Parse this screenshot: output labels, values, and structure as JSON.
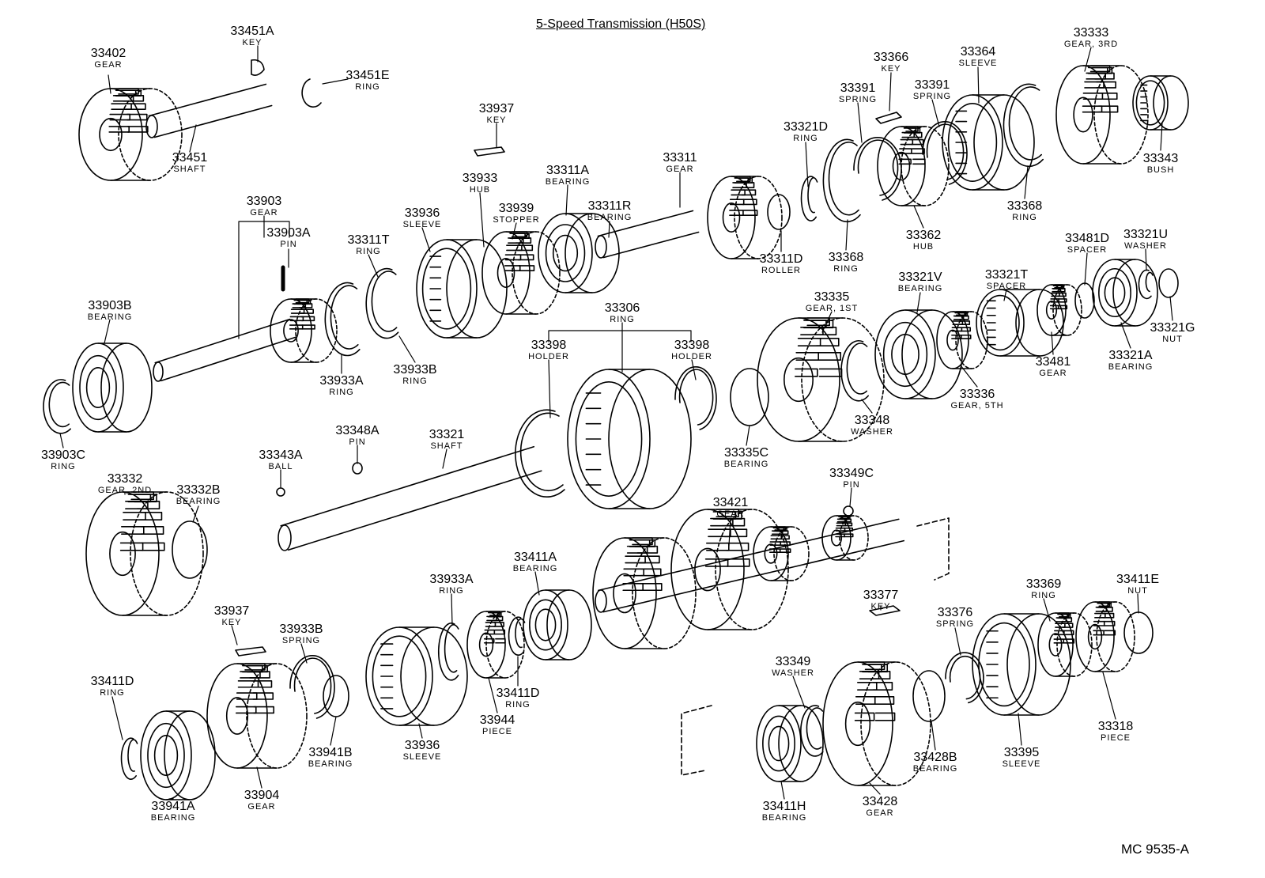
{
  "title": "5-Speed Transmission (H50S)",
  "figure_code": "MC 9535-A",
  "parts": [
    {
      "id": "33402",
      "desc": "GEAR"
    },
    {
      "id": "33451A",
      "desc": "KEY"
    },
    {
      "id": "33451E",
      "desc": "RING"
    },
    {
      "id": "33451",
      "desc": "SHAFT"
    },
    {
      "id": "33937",
      "desc": "KEY"
    },
    {
      "id": "33933",
      "desc": "HUB"
    },
    {
      "id": "33311A",
      "desc": "BEARING"
    },
    {
      "id": "33311",
      "desc": "GEAR"
    },
    {
      "id": "33321D",
      "desc": "RING"
    },
    {
      "id": "33391",
      "desc": "SPRING"
    },
    {
      "id": "33366",
      "desc": "KEY"
    },
    {
      "id": "33391",
      "desc": "SPRING"
    },
    {
      "id": "33364",
      "desc": "SLEEVE"
    },
    {
      "id": "33333",
      "desc": "GEAR, 3RD"
    },
    {
      "id": "33343",
      "desc": "BUSH"
    },
    {
      "id": "33903",
      "desc": "GEAR"
    },
    {
      "id": "33903A",
      "desc": "PIN"
    },
    {
      "id": "33936",
      "desc": "SLEEVE"
    },
    {
      "id": "33939",
      "desc": "STOPPER"
    },
    {
      "id": "33311R",
      "desc": "BEARING"
    },
    {
      "id": "33311T",
      "desc": "RING"
    },
    {
      "id": "33311D",
      "desc": "ROLLER"
    },
    {
      "id": "33368",
      "desc": "RING"
    },
    {
      "id": "33362",
      "desc": "HUB"
    },
    {
      "id": "33368",
      "desc": "RING"
    },
    {
      "id": "33903B",
      "desc": "BEARING"
    },
    {
      "id": "33933A",
      "desc": "RING"
    },
    {
      "id": "33933B",
      "desc": "RING"
    },
    {
      "id": "33306",
      "desc": "RING"
    },
    {
      "id": "33398",
      "desc": "HOLDER"
    },
    {
      "id": "33398",
      "desc": "HOLDER"
    },
    {
      "id": "33335",
      "desc": "GEAR, 1ST"
    },
    {
      "id": "33321V",
      "desc": "BEARING"
    },
    {
      "id": "33321T",
      "desc": "SPACER"
    },
    {
      "id": "33481D",
      "desc": "SPACER"
    },
    {
      "id": "33321U",
      "desc": "WASHER"
    },
    {
      "id": "33321G",
      "desc": "NUT"
    },
    {
      "id": "33321A",
      "desc": "BEARING"
    },
    {
      "id": "33481",
      "desc": "GEAR"
    },
    {
      "id": "33336",
      "desc": "GEAR, 5TH"
    },
    {
      "id": "33348",
      "desc": "WASHER"
    },
    {
      "id": "33335C",
      "desc": "BEARING"
    },
    {
      "id": "33903C",
      "desc": "RING"
    },
    {
      "id": "33348A",
      "desc": "PIN"
    },
    {
      "id": "33321",
      "desc": "SHAFT"
    },
    {
      "id": "33343A",
      "desc": "BALL"
    },
    {
      "id": "33332",
      "desc": "GEAR, 2ND"
    },
    {
      "id": "33332B",
      "desc": "BEARING"
    },
    {
      "id": "33349C",
      "desc": "PIN"
    },
    {
      "id": "33421",
      "desc": "GEAR"
    },
    {
      "id": "33411A",
      "desc": "BEARING"
    },
    {
      "id": "33933A",
      "desc": "RING"
    },
    {
      "id": "33937",
      "desc": "KEY"
    },
    {
      "id": "33933B",
      "desc": "SPRING"
    },
    {
      "id": "33377",
      "desc": "KEY"
    },
    {
      "id": "33376",
      "desc": "SPRING"
    },
    {
      "id": "33369",
      "desc": "RING"
    },
    {
      "id": "33411E",
      "desc": "NUT"
    },
    {
      "id": "33349",
      "desc": "WASHER"
    },
    {
      "id": "33411D",
      "desc": "RING"
    },
    {
      "id": "33941B",
      "desc": "BEARING"
    },
    {
      "id": "33411D",
      "desc": "RING"
    },
    {
      "id": "33944",
      "desc": "PIECE"
    },
    {
      "id": "33936",
      "desc": "SLEEVE"
    },
    {
      "id": "33941A",
      "desc": "BEARING"
    },
    {
      "id": "33904",
      "desc": "GEAR"
    },
    {
      "id": "33428B",
      "desc": "BEARING"
    },
    {
      "id": "33395",
      "desc": "SLEEVE"
    },
    {
      "id": "33318",
      "desc": "PIECE"
    },
    {
      "id": "33411H",
      "desc": "BEARING"
    },
    {
      "id": "33428",
      "desc": "GEAR"
    }
  ]
}
